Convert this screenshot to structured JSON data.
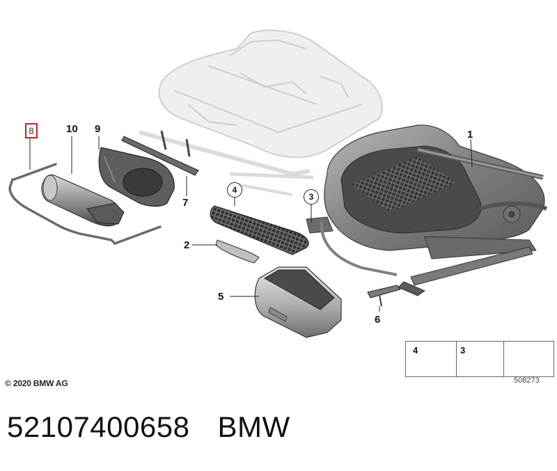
{
  "callouts": {
    "c1": "1",
    "c2": "2",
    "c3": "3",
    "c4": "4",
    "c5": "5",
    "c6": "6",
    "c7": "7",
    "c8": "8",
    "c9": "9",
    "c10": "10"
  },
  "legend": {
    "item_a": "4",
    "item_b": "3"
  },
  "copyright": "© 2020 BMW AG",
  "diagram_ref": "508273",
  "part_number": "52107400658",
  "brand": "BMW",
  "colors": {
    "selected_border": "#d01c1c",
    "part_gray": "#8a8a8a",
    "ghost_gray": "#d6d6d6"
  }
}
